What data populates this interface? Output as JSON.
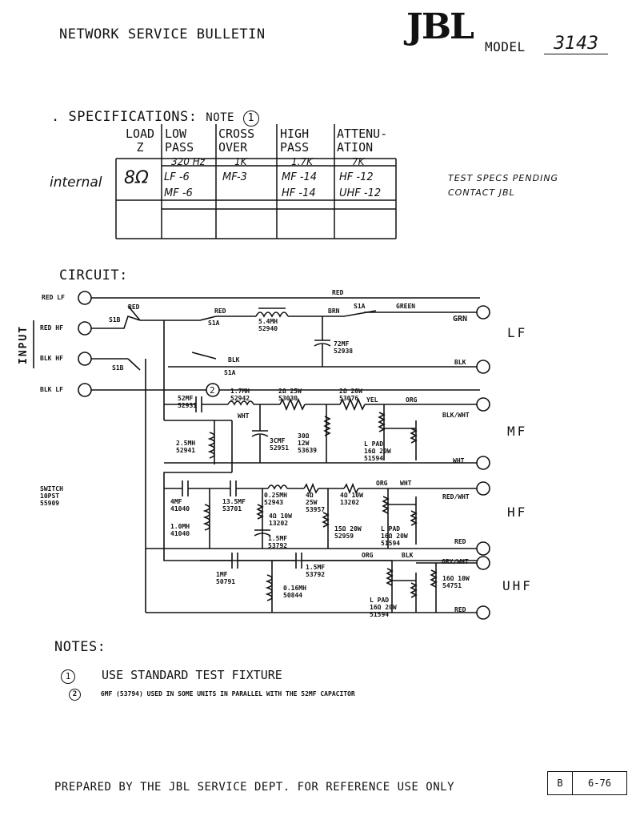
{
  "header": {
    "title": "NETWORK SERVICE BULLETIN",
    "logo_text": "JBL",
    "model_label": "MODEL",
    "model_value": "3143"
  },
  "specs": {
    "title": "SPECIFICATIONS:",
    "note_label": "NOTE",
    "note_number": "1",
    "columns": {
      "load": [
        "LOAD",
        "Z"
      ],
      "low": [
        "LOW",
        "PASS"
      ],
      "cross": [
        "CROSS",
        "OVER"
      ],
      "high": [
        "HIGH",
        "PASS"
      ],
      "atten": [
        "ATTENU-",
        "ATION"
      ]
    },
    "freq_row": {
      "low": "320 Hz",
      "cross": "1K",
      "high": "1.7K",
      "atten": "7K"
    },
    "row_label": "internal",
    "load_value": "8Ω",
    "low": [
      "LF -6",
      "MF -6"
    ],
    "cross": [
      "MF-3"
    ],
    "high": [
      "MF -14",
      "HF -14"
    ],
    "atten": [
      "HF -12",
      "UHF -12"
    ],
    "side_note": [
      "TEST SPECS PENDING",
      "CONTACT JBL"
    ]
  },
  "circuit": {
    "title": "CIRCUIT:",
    "input_label": "INPUT",
    "terminals_in": [
      "RED LF",
      "RED HF",
      "BLK HF",
      "BLK LF"
    ],
    "switch_note": [
      "SWITCH",
      "10PST",
      "55909"
    ],
    "bands": [
      "LF",
      "MF",
      "HF",
      "UHF"
    ],
    "outputs": [
      "GRN",
      "BLK",
      "BLK/WHT",
      "WHT",
      "RED/WHT",
      "RED",
      "GRY/WHT",
      "RED"
    ],
    "wire_labels": {
      "red": "RED",
      "brn": "BRN",
      "green": "GREEN",
      "blk": "BLK",
      "yel": "YEL",
      "org": "ORG",
      "wht": "WHT",
      "s1a": "S1A",
      "s1b": "S1B"
    },
    "lf_parts": {
      "coil": [
        "5.4MH",
        "52940"
      ],
      "cap": [
        "72MF",
        "52938"
      ]
    },
    "mf_parts": {
      "cap": [
        "52MF",
        "52931"
      ],
      "coil": [
        "1.7MH",
        "52942"
      ],
      "res1": [
        "2Ω 25W",
        "53030"
      ],
      "res2": [
        "2Ω 20W",
        "53076"
      ],
      "cap2": [
        "3CMF",
        "52951"
      ],
      "res3": [
        "30Ω",
        "12W",
        "53639"
      ],
      "coil2": [
        "2.5MH",
        "52941"
      ],
      "pad": [
        "L PAD",
        "16Ω 20W",
        "51594"
      ]
    },
    "hf_parts": {
      "cap1": [
        "4MF",
        "41040"
      ],
      "cap2": [
        "13.5MF",
        "53701"
      ],
      "coil1": [
        "1.0MH",
        "41040"
      ],
      "coil2": [
        "0.25MH",
        "52943"
      ],
      "res1": [
        "4Ω",
        "25W",
        "53957"
      ],
      "res2": [
        "4Ω 10W",
        "13202"
      ],
      "res3": [
        "4Ω 10W",
        "13202"
      ],
      "cap3": [
        "1.5MF",
        "53792"
      ],
      "res4": [
        "15Ω 20W",
        "52959"
      ],
      "pad": [
        "L PAD",
        "16Ω 20W",
        "51594"
      ]
    },
    "uhf_parts": {
      "cap1": [
        "1MF",
        "50791"
      ],
      "cap2": [
        "1.5MF",
        "53792"
      ],
      "coil": [
        "0.16MH",
        "50844"
      ],
      "pad": [
        "L PAD",
        "16Ω 20W",
        "51594"
      ],
      "res": [
        "16Ω 10W",
        "54751"
      ]
    }
  },
  "notes": {
    "title": "NOTES:",
    "items": [
      {
        "number": "1",
        "text": "USE STANDARD TEST FIXTURE"
      },
      {
        "number": "2",
        "text": "6MF (53794) USED IN SOME UNITS IN PARALLEL WITH THE 52MF CAPACITOR"
      }
    ]
  },
  "mf_note_marker": "2",
  "footer": {
    "text": "PREPARED BY THE JBL SERVICE DEPT. FOR REFERENCE USE ONLY",
    "box_left": "B",
    "box_right": "6-76"
  }
}
